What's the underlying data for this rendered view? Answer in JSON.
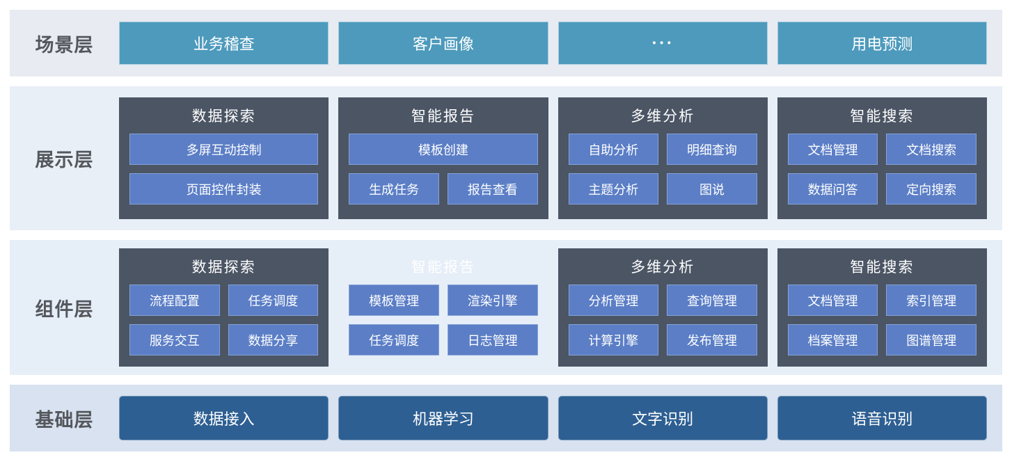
{
  "colors": {
    "band1": "#e8ebf2",
    "band2": "#e9eff7",
    "band3": "#e6eef8",
    "band4": "#d8e2f0",
    "teal": "#4d9abc",
    "slate": "#4b5564",
    "blue": "#5b7ec6",
    "deep_blue": "#2d5f92",
    "label": "#54575c"
  },
  "layers": [
    {
      "label": "场景层",
      "boxes": [
        "业务稽查",
        "客户画像",
        "···",
        "用电预测"
      ]
    },
    {
      "label": "展示层",
      "groups": [
        {
          "title": "数据探索",
          "items": [
            "多屏互动控制",
            "页面控件封装"
          ]
        },
        {
          "title": "智能报告",
          "items": [
            "模板创建",
            "生成任务",
            "报告查看"
          ]
        },
        {
          "title": "多维分析",
          "items": [
            "自助分析",
            "明细查询",
            "主题分析",
            "图说"
          ]
        },
        {
          "title": "智能搜索",
          "items": [
            "文档管理",
            "文档搜索",
            "数据问答",
            "定向搜索"
          ]
        }
      ]
    },
    {
      "label": "组件层",
      "groups": [
        {
          "title": "数据探索",
          "items": [
            "流程配置",
            "任务调度",
            "服务交互",
            "数据分享"
          ]
        },
        {
          "title": "智能报告",
          "items": [
            "模板管理",
            "渲染引擎",
            "任务调度",
            "日志管理"
          ]
        },
        {
          "title": "多维分析",
          "items": [
            "分析管理",
            "查询管理",
            "计算引擎",
            "发布管理"
          ]
        },
        {
          "title": "智能搜索",
          "items": [
            "文档管理",
            "索引管理",
            "档案管理",
            "图谱管理"
          ]
        }
      ]
    },
    {
      "label": "基础层",
      "boxes": [
        "数据接入",
        "机器学习",
        "文字识别",
        "语音识别"
      ]
    }
  ]
}
